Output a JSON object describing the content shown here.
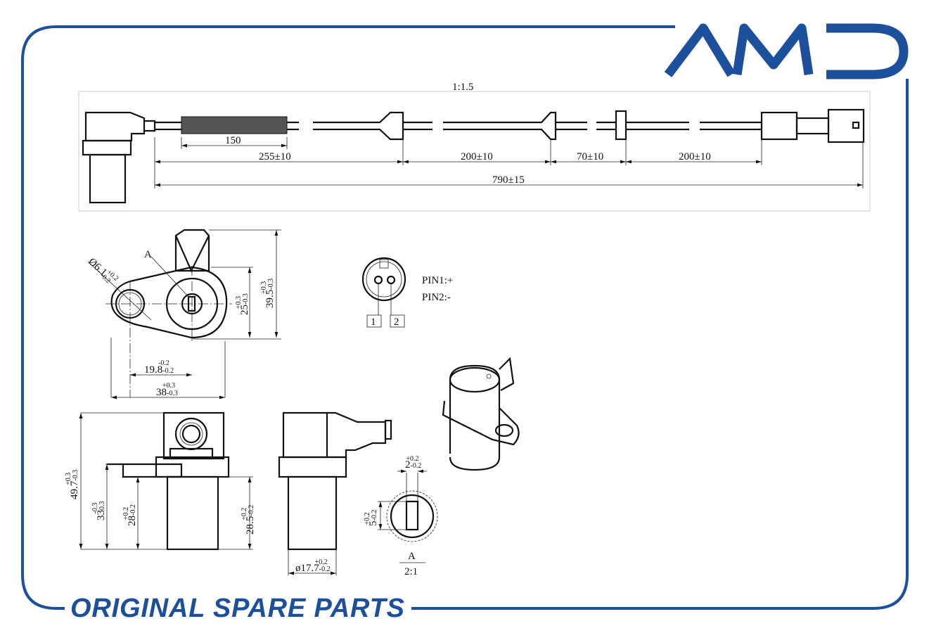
{
  "brand": {
    "logo_text": "AMD",
    "slogan": "ORIGINAL SPARE PARTS",
    "color": "#1c4f9c"
  },
  "cable_view": {
    "scale": "1:1.5",
    "dims": {
      "sleeve": "150",
      "seg1": "255±10",
      "seg2": "200±10",
      "seg3": "70±10",
      "seg4": "200±10",
      "total": "790±15"
    }
  },
  "top_view": {
    "hole_dia": {
      "main": "Ø6.1",
      "upper": "+0.2",
      "lower": "-0.2"
    },
    "detail_label": "A",
    "body_height": {
      "main": "25",
      "upper": "+0.3",
      "lower": "-0.3"
    },
    "total_height": {
      "main": "39.5",
      "upper": "+0.3",
      "lower": "-0.3"
    },
    "center_dist": {
      "main": "19.8",
      "upper": "-0.2",
      "lower": "-0.2"
    },
    "total_width": {
      "main": "38",
      "upper": "+0.3",
      "lower": "-0.3"
    }
  },
  "connector": {
    "pin1": "PIN1:+",
    "pin2": "PIN2:-",
    "pin1_no": "1",
    "pin2_no": "2"
  },
  "front_view": {
    "total_height": {
      "main": "49.7",
      "upper": "+0.3",
      "lower": "-0.3"
    },
    "flange_height": {
      "main": "33",
      "upper": "-0.3",
      "lower": "0.3"
    },
    "sensor_len": {
      "main": "28",
      "upper": "+0.2",
      "lower": "-0.2"
    },
    "sensor_len2": {
      "main": "28.5",
      "upper": "+0.2",
      "lower": "-0.2"
    }
  },
  "side_view": {
    "diameter": {
      "main": "ø17.7",
      "upper": "+0.2",
      "lower": "-0.2"
    }
  },
  "detail_a": {
    "slot_width": {
      "main": "2",
      "upper": "+0.2",
      "lower": "-0.2"
    },
    "slot_height": {
      "main": "5",
      "upper": "+0.2",
      "lower": "-0.2"
    },
    "label": "A",
    "scale": "2:1"
  }
}
